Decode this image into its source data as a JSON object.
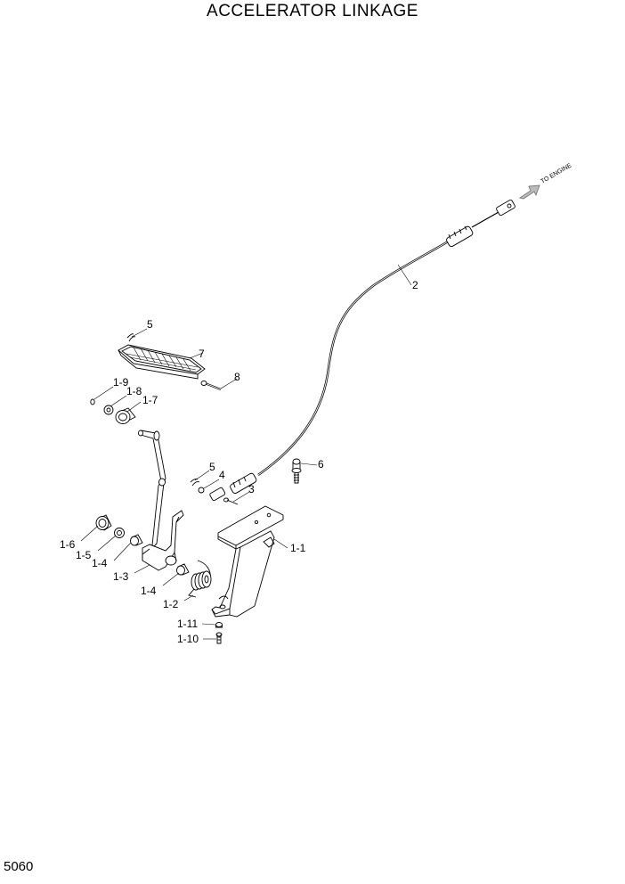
{
  "title": "ACCELERATOR LINKAGE",
  "page_number": "5060",
  "direction_label": "TO ENGINE",
  "callouts": {
    "c2": "2",
    "c3": "3",
    "c4": "4",
    "c5a": "5",
    "c5b": "5",
    "c6": "6",
    "c7": "7",
    "c8": "8",
    "c1_1": "1-1",
    "c1_2": "1-2",
    "c1_3": "1-3",
    "c1_4a": "1-4",
    "c1_4b": "1-4",
    "c1_5": "1-5",
    "c1_6": "1-6",
    "c1_7": "1-7",
    "c1_8": "1-8",
    "c1_9": "1-9",
    "c1_10": "1-10",
    "c1_11": "1-11"
  }
}
